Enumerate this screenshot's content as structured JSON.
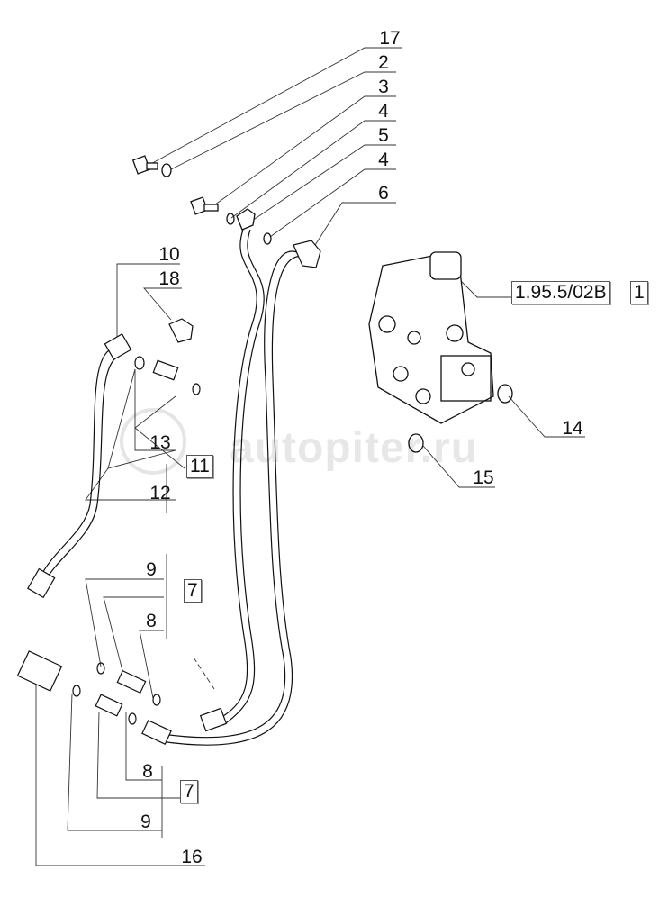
{
  "watermark": "autopiter.ru",
  "callouts": {
    "c17": "17",
    "c2": "2",
    "c3": "3",
    "c4a": "4",
    "c5": "5",
    "c4b": "4",
    "c6": "6",
    "c10": "10",
    "c18": "18",
    "c13": "13",
    "c12": "12",
    "c14": "14",
    "c15": "15",
    "c9a": "9",
    "c8a": "8",
    "c8b": "8",
    "c9b": "9",
    "c16": "16"
  },
  "references": {
    "ref_group": "1.95.5/02B",
    "ref_item": "1",
    "box11": "11",
    "box7a": "7",
    "box7b": "7"
  }
}
